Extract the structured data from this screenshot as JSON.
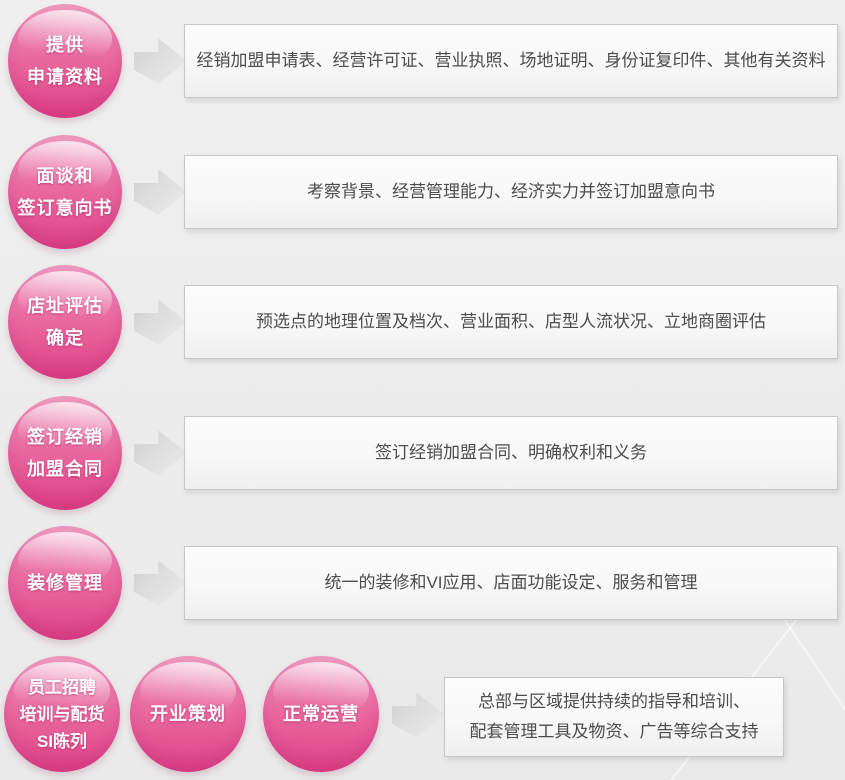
{
  "colors": {
    "background": "#ededed",
    "circle_pink_mid": "#e8649b",
    "circle_pink_dark": "#da4183",
    "circle_highlight": "#f5c3d6",
    "circle_text": "#ffffff",
    "arrow_gray": "#d6d6d6",
    "box_border": "#c7c7c7",
    "box_background": "#f8f8f8",
    "box_text": "#4c4c4c"
  },
  "steps": [
    {
      "circle_lines": [
        "提供",
        "申请资料"
      ],
      "box_text": "经销加盟申请表、经营许可证、营业执照、场地证明、身份证复印件、其他有关资料"
    },
    {
      "circle_lines": [
        "面谈和",
        "签订意向书"
      ],
      "box_text": "考察背景、经营管理能力、经济实力并签订加盟意向书"
    },
    {
      "circle_lines": [
        "店址评估",
        "确定"
      ],
      "box_text": "预选点的地理位置及档次、营业面积、店型人流状况、立地商圈评估"
    },
    {
      "circle_lines": [
        "签订经销",
        "加盟合同"
      ],
      "box_text": "签订经销加盟合同、明确权利和义务"
    },
    {
      "circle_lines": [
        "装修管理"
      ],
      "box_text": "统一的装修和VI应用、店面功能设定、服务和管理"
    }
  ],
  "final_row": {
    "circle1_lines": [
      "员工招聘",
      "培训与配货",
      "SI陈列"
    ],
    "circle2_lines": [
      "开业策划"
    ],
    "circle3_lines": [
      "正常运营"
    ],
    "box_lines": [
      "总部与区域提供持续的指导和培训、",
      "配套管理工具及物资、广告等综合支持"
    ]
  }
}
